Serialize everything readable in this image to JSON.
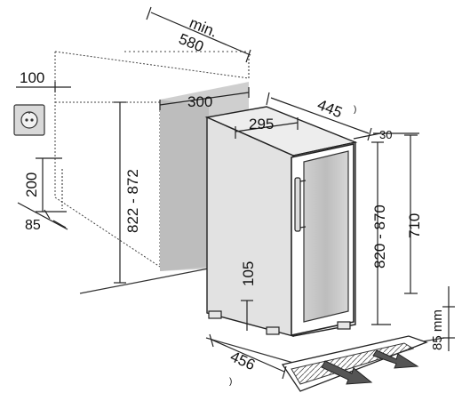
{
  "dimensions": {
    "min_label": "min.",
    "depth_min": "580",
    "socket_offset": "100",
    "niche_height": "822 - 872",
    "rear_opening": "300",
    "cabinet_depth": "295",
    "unit_depth": "445",
    "side_gap": "30",
    "door_height": "820 - 870",
    "body_height": "710",
    "socket_height": "200",
    "socket_depth": "85",
    "foot_height": "105",
    "plinth_height": "85 mm",
    "unit_width": "456"
  }
}
